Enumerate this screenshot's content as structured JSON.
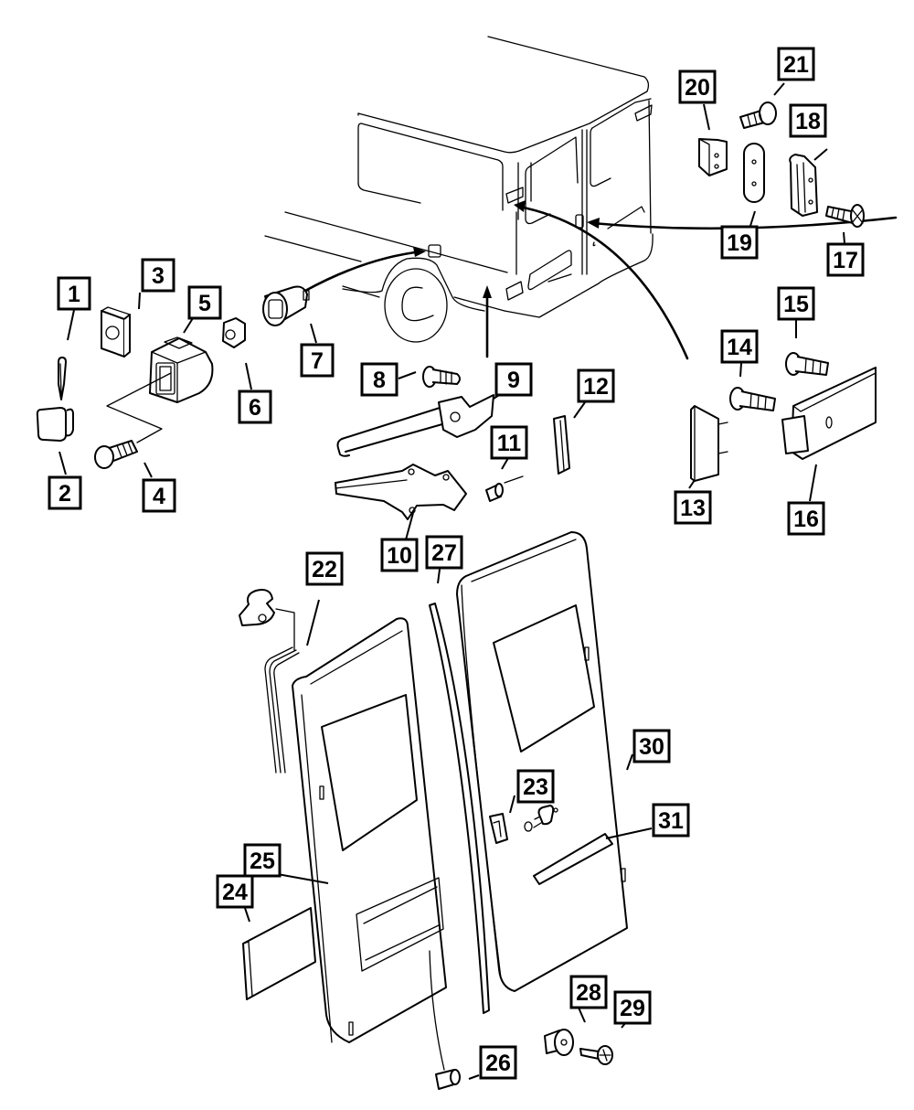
{
  "diagram": {
    "type": "exploded-parts-diagram",
    "subject": "Van rear doors and hardware",
    "callouts": [
      {
        "id": 1,
        "label": "1"
      },
      {
        "id": 2,
        "label": "2"
      },
      {
        "id": 3,
        "label": "3"
      },
      {
        "id": 4,
        "label": "4"
      },
      {
        "id": 5,
        "label": "5"
      },
      {
        "id": 6,
        "label": "6"
      },
      {
        "id": 7,
        "label": "7"
      },
      {
        "id": 8,
        "label": "8"
      },
      {
        "id": 9,
        "label": "9"
      },
      {
        "id": 10,
        "label": "10"
      },
      {
        "id": 11,
        "label": "11"
      },
      {
        "id": 12,
        "label": "12"
      },
      {
        "id": 13,
        "label": "13"
      },
      {
        "id": 14,
        "label": "14"
      },
      {
        "id": 15,
        "label": "15"
      },
      {
        "id": 16,
        "label": "16"
      },
      {
        "id": 17,
        "label": "17"
      },
      {
        "id": 18,
        "label": "18"
      },
      {
        "id": 19,
        "label": "19"
      },
      {
        "id": 20,
        "label": "20"
      },
      {
        "id": 21,
        "label": "21"
      },
      {
        "id": 22,
        "label": "22"
      },
      {
        "id": 23,
        "label": "23"
      },
      {
        "id": 24,
        "label": "24"
      },
      {
        "id": 25,
        "label": "25"
      },
      {
        "id": 26,
        "label": "26"
      },
      {
        "id": 27,
        "label": "27"
      },
      {
        "id": 28,
        "label": "28"
      },
      {
        "id": 29,
        "label": "29"
      },
      {
        "id": 30,
        "label": "30"
      },
      {
        "id": 31,
        "label": "31"
      }
    ],
    "colors": {
      "line": "#000000",
      "background": "#ffffff"
    }
  }
}
